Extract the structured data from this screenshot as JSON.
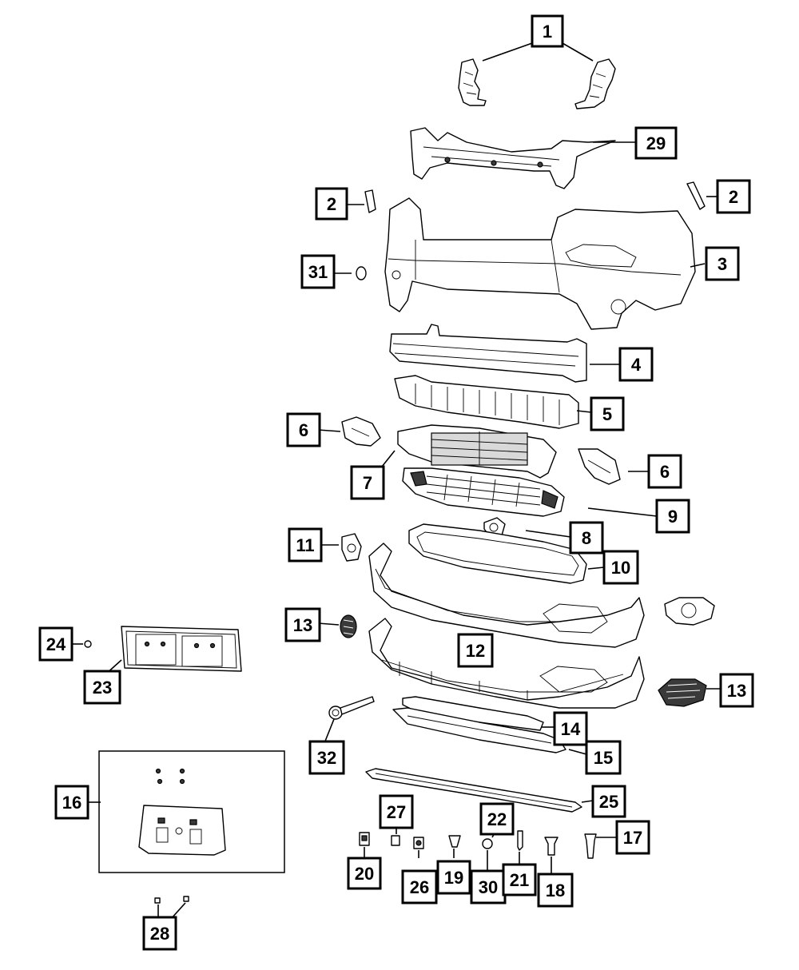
{
  "callouts": [
    {
      "id": "c1",
      "label": "1"
    },
    {
      "id": "c29",
      "label": "29"
    },
    {
      "id": "c2a",
      "label": "2"
    },
    {
      "id": "c2b",
      "label": "2"
    },
    {
      "id": "c31",
      "label": "31"
    },
    {
      "id": "c3",
      "label": "3"
    },
    {
      "id": "c4",
      "label": "4"
    },
    {
      "id": "c5",
      "label": "5"
    },
    {
      "id": "c6a",
      "label": "6"
    },
    {
      "id": "c7",
      "label": "7"
    },
    {
      "id": "c6b",
      "label": "6"
    },
    {
      "id": "c9",
      "label": "9"
    },
    {
      "id": "c8",
      "label": "8"
    },
    {
      "id": "c11",
      "label": "11"
    },
    {
      "id": "c10",
      "label": "10"
    },
    {
      "id": "c13a",
      "label": "13"
    },
    {
      "id": "c24",
      "label": "24"
    },
    {
      "id": "c12",
      "label": "12"
    },
    {
      "id": "c23",
      "label": "23"
    },
    {
      "id": "c13b",
      "label": "13"
    },
    {
      "id": "c14",
      "label": "14"
    },
    {
      "id": "c32",
      "label": "32"
    },
    {
      "id": "c15",
      "label": "15"
    },
    {
      "id": "c16",
      "label": "16"
    },
    {
      "id": "c25",
      "label": "25"
    },
    {
      "id": "c27",
      "label": "27"
    },
    {
      "id": "c22",
      "label": "22"
    },
    {
      "id": "c17",
      "label": "17"
    },
    {
      "id": "c20",
      "label": "20"
    },
    {
      "id": "c26",
      "label": "26"
    },
    {
      "id": "c19",
      "label": "19"
    },
    {
      "id": "c30",
      "label": "30"
    },
    {
      "id": "c21",
      "label": "21"
    },
    {
      "id": "c18",
      "label": "18"
    },
    {
      "id": "c28",
      "label": "28"
    }
  ]
}
